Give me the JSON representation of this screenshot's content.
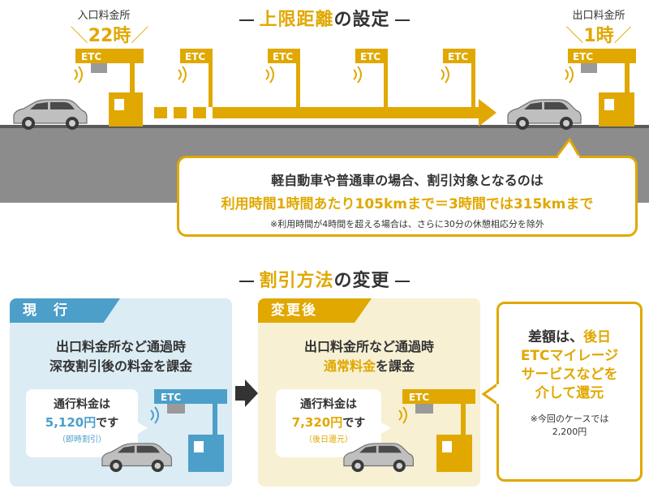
{
  "section1": {
    "title_prefix": "上限距離",
    "title_suffix": "の設定"
  },
  "entry_gate": {
    "label": "入口料金所",
    "time": "22時"
  },
  "exit_gate": {
    "label": "出口料金所",
    "time": "1時"
  },
  "etc_label": "ETC",
  "callout": {
    "line1": "軽自動車や普通車の場合、割引対象となるのは",
    "line2": "利用時間1時間あたり105kmまで＝3時間では315kmまで",
    "note": "※利用時間が4時間を超える場合は、さらに30分の休憩相応分を除外"
  },
  "section2": {
    "title_prefix": "割引方法",
    "title_suffix": "の変更"
  },
  "current": {
    "tag": "現　行",
    "line1": "出口料金所など通過時",
    "line2": "深夜割引後の料金を課金",
    "bubble_label": "通行料金は",
    "bubble_amount": "5,120円",
    "bubble_suffix": "です",
    "bubble_note": "（即時割引）"
  },
  "changed": {
    "tag": "変更後",
    "line1": "出口料金所など通過時",
    "line2_highlight": "通常料金",
    "line2_rest": "を課金",
    "bubble_label": "通行料金は",
    "bubble_amount": "7,320円",
    "bubble_suffix": "です",
    "bubble_note": "（後日還元）"
  },
  "difference": {
    "line1_a": "差額は、",
    "line1_b": "後日",
    "line2": "ETCマイレージ",
    "line3": "サービスなどを",
    "line4": "介して還元",
    "note1": "※今回のケースでは",
    "note2": "2,200円"
  },
  "colors": {
    "accent": "#e0a800",
    "blue": "#4c9fc9",
    "road": "#8c8c8c"
  }
}
